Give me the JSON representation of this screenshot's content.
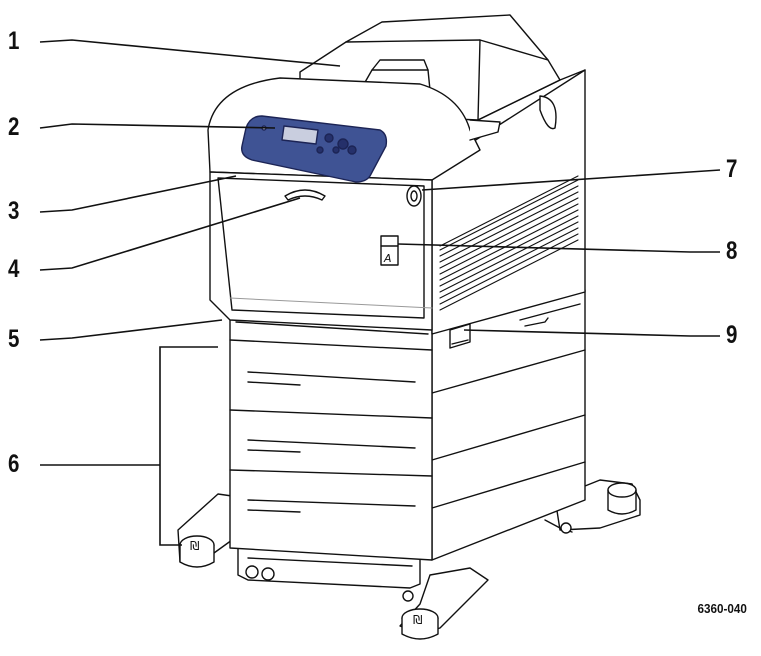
{
  "figure": {
    "figure_id": "6360-040",
    "colors": {
      "line": "#111111",
      "panel": "#3f5394",
      "panel_dark": "#25306a",
      "body": "#ffffff",
      "shade": "#e2e2e2"
    }
  },
  "callouts": [
    {
      "number": "1",
      "target": "top output tray"
    },
    {
      "number": "2",
      "target": "control panel"
    },
    {
      "number": "3",
      "target": "front door"
    },
    {
      "number": "4",
      "target": "front door release"
    },
    {
      "number": "5",
      "target": "tray 2"
    },
    {
      "number": "6",
      "target": "optional trays and cart"
    },
    {
      "number": "7",
      "target": "power switch"
    },
    {
      "number": "8",
      "target": "side door latch"
    },
    {
      "number": "9",
      "target": "side tray handle"
    }
  ]
}
